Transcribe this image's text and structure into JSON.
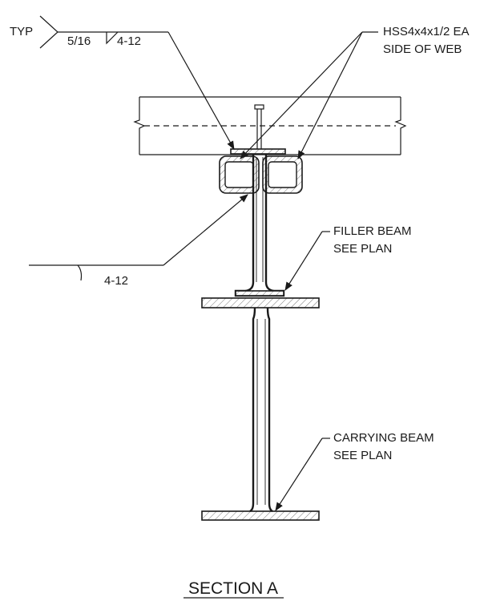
{
  "weld": {
    "tail": "TYP",
    "size": "5/16",
    "length": "4-12"
  },
  "weld_lower": {
    "length": "4-12"
  },
  "callouts": {
    "hss": {
      "line1": "HSS4x4x1/2 EA",
      "line2": "SIDE OF WEB"
    },
    "filler": {
      "line1": "FILLER BEAM",
      "line2": "SEE PLAN"
    },
    "carrying": {
      "line1": "CARRYING BEAM",
      "line2": "SEE PLAN"
    }
  },
  "section_title": "SECTION A"
}
